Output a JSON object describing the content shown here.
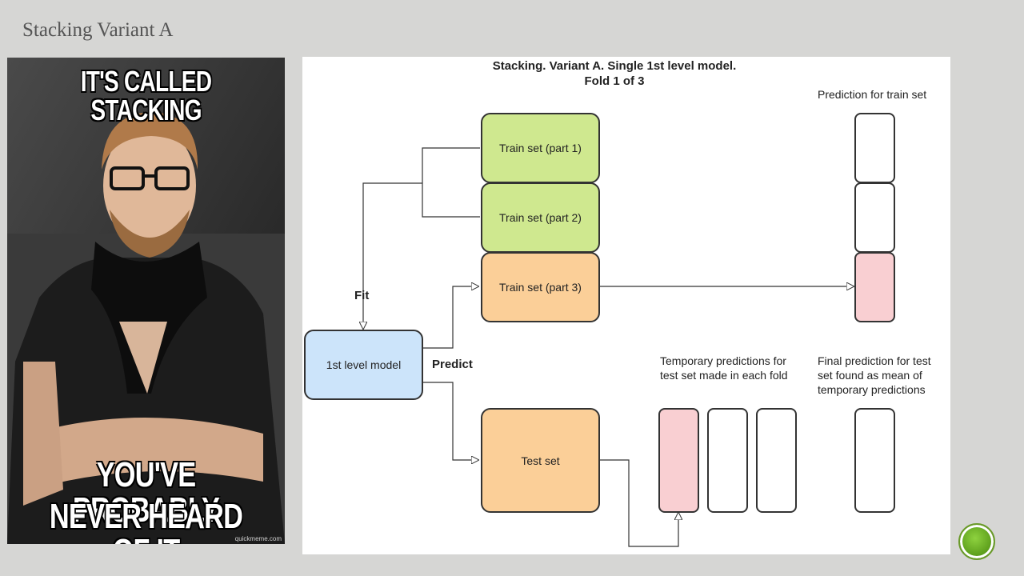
{
  "slide": {
    "title": "Stacking Variant A"
  },
  "meme": {
    "top_text": "IT'S CALLED STACKING",
    "bottom_line1": "YOU'VE PROBABLY",
    "bottom_line2": "NEVER HEARD OF IT",
    "watermark": "quickmeme.com"
  },
  "diagram": {
    "title_line1": "Stacking. Variant A. Single 1st level model.",
    "title_line2": "Fold 1 of 3",
    "labels": {
      "prediction_for_train": "Prediction for train set",
      "fit": "Fit",
      "predict": "Predict",
      "temp_line1": "Temporary predictions for",
      "temp_line2": "test set made in each fold",
      "final_line1": "Final prediction for test",
      "final_line2": "set found as mean of",
      "final_line3": "temporary predictions"
    },
    "boxes": {
      "train1": "Train set (part 1)",
      "train2": "Train set (part 2)",
      "train3": "Train set (part 3)",
      "model": "1st level model",
      "test": "Test set"
    },
    "colors": {
      "green": "#cfe88f",
      "orange": "#fbcf98",
      "blue": "#cce4fa",
      "pink": "#f9cfd2"
    }
  }
}
